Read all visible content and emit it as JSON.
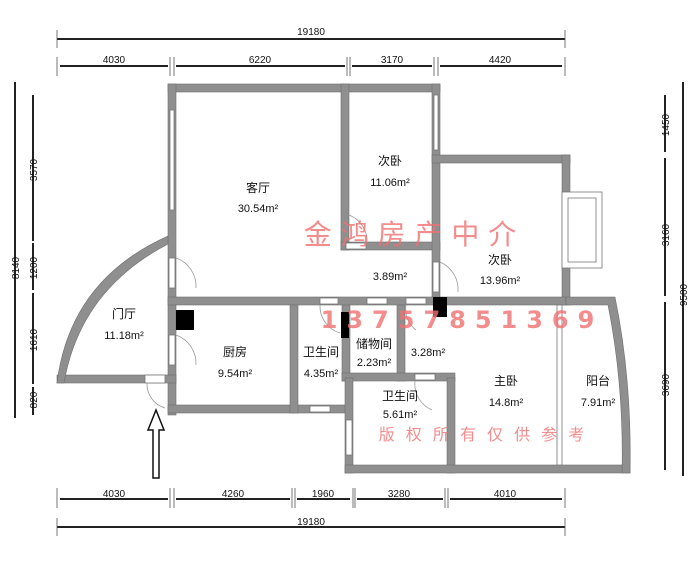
{
  "dimensions": {
    "top_total": "19180",
    "top_segments": [
      "4030",
      "6220",
      "3170",
      "4420"
    ],
    "bottom_segments": [
      "4030",
      "4260",
      "1960",
      "3280",
      "4010"
    ],
    "bottom_total": "19180",
    "left_total": "8140",
    "left_segments": [
      "3570",
      "1200",
      "1610",
      "820"
    ],
    "right_total": "9500",
    "right_segments": [
      "1450",
      "3160",
      "3690"
    ]
  },
  "rooms": {
    "living": {
      "name": "客厅",
      "area": "30.54m²"
    },
    "bedroom2a": {
      "name": "次卧",
      "area": "11.06m²"
    },
    "bedroom2b": {
      "name": "次卧",
      "area": "13.96m²"
    },
    "hallway": {
      "area": "3.89m²"
    },
    "foyer": {
      "name": "门厅",
      "area": "11.18m²"
    },
    "kitchen": {
      "name": "厨房",
      "area": "9.54m²"
    },
    "bathroom1": {
      "name": "卫生间",
      "area": "4.35m²"
    },
    "storage": {
      "name": "储物间",
      "area": "2.23m²"
    },
    "corridor": {
      "area": "3.28m²"
    },
    "master": {
      "name": "主卧",
      "area": "14.8m²"
    },
    "balcony": {
      "name": "阳台",
      "area": "7.91m²"
    },
    "bathroom2": {
      "name": "卫生间",
      "area": "5.61m²"
    }
  },
  "watermark": {
    "agency": "金 鸿 房 产 中 介",
    "phone": "13757851369",
    "copyright": "版 权 所 有  仅 供 参 考"
  },
  "colors": {
    "wall": "#8f8f8f",
    "watermark": "#f07070"
  }
}
